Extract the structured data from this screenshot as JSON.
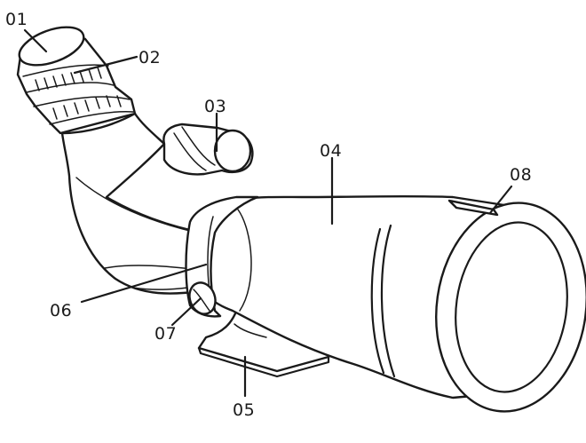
{
  "callouts": [
    {
      "id": "01",
      "label": "01"
    },
    {
      "id": "02",
      "label": "02"
    },
    {
      "id": "03",
      "label": "03"
    },
    {
      "id": "04",
      "label": "04"
    },
    {
      "id": "05",
      "label": "05"
    },
    {
      "id": "06",
      "label": "06"
    },
    {
      "id": "07",
      "label": "07"
    },
    {
      "id": "08",
      "label": "08"
    }
  ],
  "colors": {
    "ink": "#1a1a1a",
    "paper": "#ffffff"
  }
}
